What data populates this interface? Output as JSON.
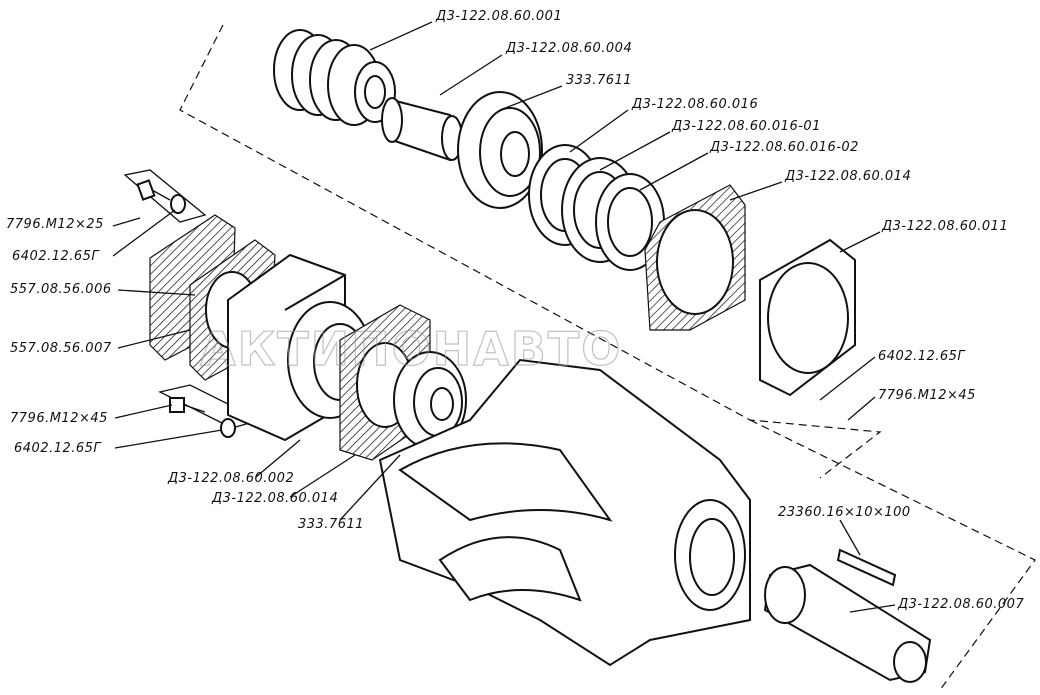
{
  "watermark": "АКТИПОНАВТО",
  "labels": {
    "l01": "Д3-122.08.60.001",
    "l02": "Д3-122.08.60.004",
    "l03": "333.7611",
    "l04": "Д3-122.08.60.016",
    "l05": "Д3-122.08.60.016-01",
    "l06": "Д3-122.08.60.016-02",
    "l07": "Д3-122.08.60.014",
    "l08": "Д3-122.08.60.011",
    "l09": "7796.М12×25",
    "l10": "6402.12.65Г",
    "l11": "557.08.56.006",
    "l12": "557.08.56.007",
    "l13": "7796.М12×45",
    "l14": "6402.12.65Г",
    "l15": "6402.12.65Г",
    "l16": "7796.М12×45",
    "l17": "Д3-122.08.60.002",
    "l18": "Д3-122.08.60.014",
    "l19": "333.7611",
    "l20": "23360.16×10×100",
    "l21": "Д3-122.08.60.007"
  }
}
